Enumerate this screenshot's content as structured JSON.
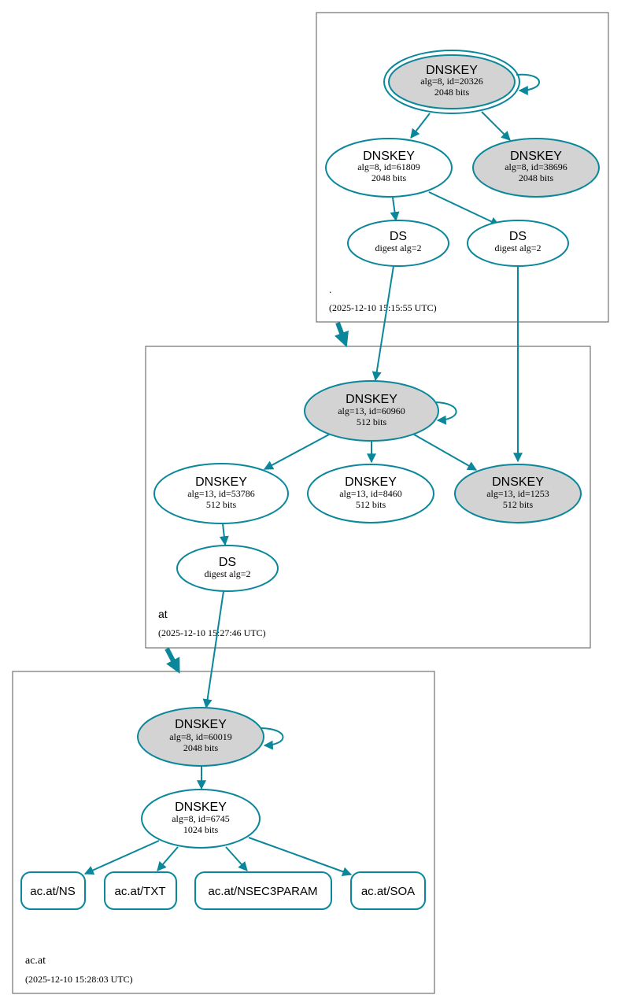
{
  "colors": {
    "edge": "#0a879a",
    "secure_fill": "#d3d3d3",
    "plain_fill": "#ffffff",
    "zone_border": "#555555"
  },
  "zones": {
    "root": {
      "name": ".",
      "timestamp": "(2025-12-10 15:15:55 UTC)"
    },
    "at": {
      "name": "at",
      "timestamp": "(2025-12-10 15:27:46 UTC)"
    },
    "acat": {
      "name": "ac.at",
      "timestamp": "(2025-12-10 15:28:03 UTC)"
    }
  },
  "nodes": {
    "root_ksk": {
      "title": "DNSKEY",
      "line1": "alg=8, id=20326",
      "line2": "2048 bits"
    },
    "root_zsk": {
      "title": "DNSKEY",
      "line1": "alg=8, id=61809",
      "line2": "2048 bits"
    },
    "root_k3": {
      "title": "DNSKEY",
      "line1": "alg=8, id=38696",
      "line2": "2048 bits"
    },
    "root_ds1": {
      "title": "DS",
      "line1": "digest alg=2"
    },
    "root_ds2": {
      "title": "DS",
      "line1": "digest alg=2"
    },
    "at_ksk": {
      "title": "DNSKEY",
      "line1": "alg=13, id=60960",
      "line2": "512 bits"
    },
    "at_k1": {
      "title": "DNSKEY",
      "line1": "alg=13, id=53786",
      "line2": "512 bits"
    },
    "at_k2": {
      "title": "DNSKEY",
      "line1": "alg=13, id=8460",
      "line2": "512 bits"
    },
    "at_k3": {
      "title": "DNSKEY",
      "line1": "alg=13, id=1253",
      "line2": "512 bits"
    },
    "at_ds": {
      "title": "DS",
      "line1": "digest alg=2"
    },
    "ac_ksk": {
      "title": "DNSKEY",
      "line1": "alg=8, id=60019",
      "line2": "2048 bits"
    },
    "ac_zsk": {
      "title": "DNSKEY",
      "line1": "alg=8, id=6745",
      "line2": "1024 bits"
    }
  },
  "records": {
    "ns": "ac.at/NS",
    "txt": "ac.at/TXT",
    "nsec3param": "ac.at/NSEC3PARAM",
    "soa": "ac.at/SOA"
  }
}
